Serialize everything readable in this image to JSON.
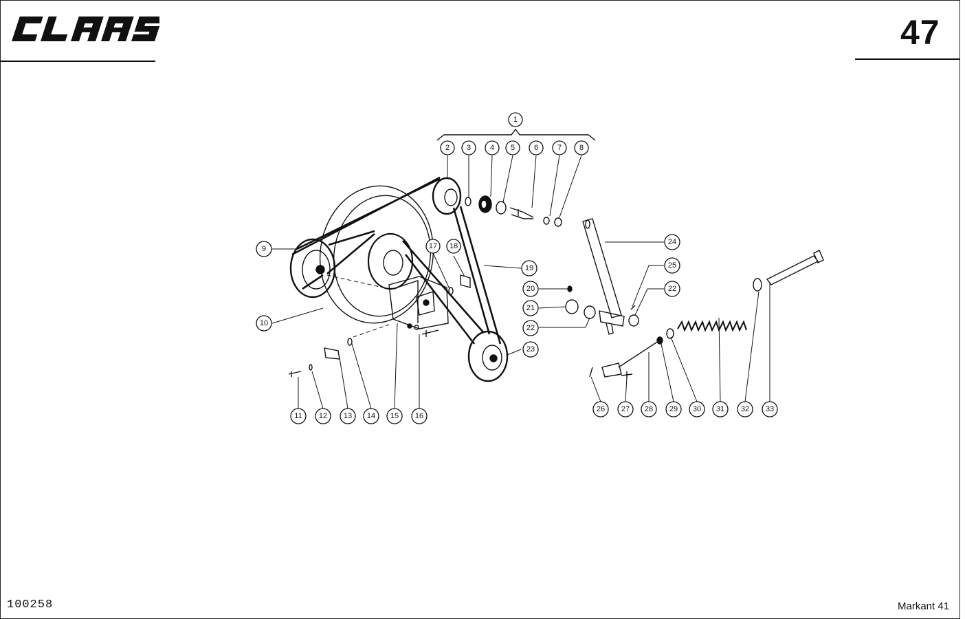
{
  "header": {
    "brand": "CLAAS",
    "page_number": "47"
  },
  "footer": {
    "document_number": "100258",
    "model": "Markant 41"
  },
  "callouts": [
    "1",
    "2",
    "3",
    "4",
    "5",
    "6",
    "7",
    "8",
    "9",
    "10",
    "11",
    "12",
    "13",
    "14",
    "15",
    "16",
    "17",
    "18",
    "19",
    "20",
    "21",
    "22",
    "22",
    "23",
    "24",
    "25",
    "26",
    "27",
    "28",
    "29",
    "30",
    "31",
    "32",
    "33"
  ]
}
